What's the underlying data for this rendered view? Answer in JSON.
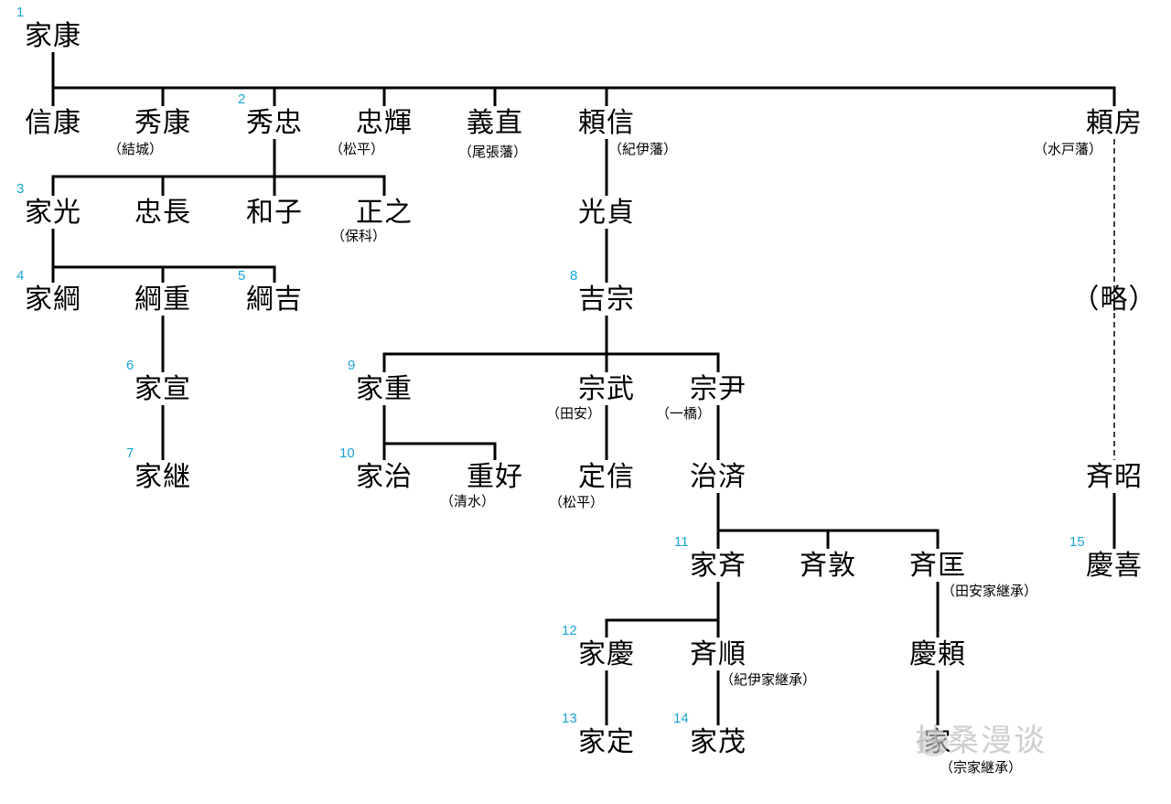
{
  "nodes": [
    {
      "id": "ieyasu",
      "name": "家康",
      "num": "1"
    },
    {
      "id": "nobuyasu",
      "name": "信康"
    },
    {
      "id": "hideyasu",
      "name": "秀康",
      "note": "（結城）"
    },
    {
      "id": "hidetada",
      "name": "秀忠",
      "num": "2"
    },
    {
      "id": "tadateru",
      "name": "忠輝",
      "note": "（松平）"
    },
    {
      "id": "yoshinao",
      "name": "義直",
      "note": "（尾張藩）"
    },
    {
      "id": "yorinobu",
      "name": "頼信",
      "note": "（紀伊藩）"
    },
    {
      "id": "yorifusa",
      "name": "頼房",
      "note": "（水戸藩）"
    },
    {
      "id": "iemitsu",
      "name": "家光",
      "num": "3"
    },
    {
      "id": "tadanaga",
      "name": "忠長"
    },
    {
      "id": "kazuko",
      "name": "和子"
    },
    {
      "id": "masayuki",
      "name": "正之",
      "note": "（保科）"
    },
    {
      "id": "mitsusada",
      "name": "光貞"
    },
    {
      "id": "ietsuna",
      "name": "家綱",
      "num": "4"
    },
    {
      "id": "tsunashige",
      "name": "綱重"
    },
    {
      "id": "tsunayoshi",
      "name": "綱吉",
      "num": "5"
    },
    {
      "id": "yoshimune",
      "name": "吉宗",
      "num": "8"
    },
    {
      "id": "ryaku",
      "name": "（略）"
    },
    {
      "id": "ienobu",
      "name": "家宣",
      "num": "6"
    },
    {
      "id": "ieshige",
      "name": "家重",
      "num": "9"
    },
    {
      "id": "munetake",
      "name": "宗武",
      "note": "（田安）"
    },
    {
      "id": "munetada",
      "name": "宗尹",
      "note": "（一橋）"
    },
    {
      "id": "ietsugu",
      "name": "家継",
      "num": "7"
    },
    {
      "id": "ieharu",
      "name": "家治",
      "num": "10"
    },
    {
      "id": "shigeyoshi",
      "name": "重好",
      "note": "（清水）"
    },
    {
      "id": "sadanobu",
      "name": "定信",
      "note": "（松平）"
    },
    {
      "id": "harusada",
      "name": "治済"
    },
    {
      "id": "nariaki",
      "name": "斉昭"
    },
    {
      "id": "ienari",
      "name": "家斉",
      "num": "11"
    },
    {
      "id": "naritoshi",
      "name": "斉敦"
    },
    {
      "id": "naritada",
      "name": "斉匡",
      "note": "（田安家継承）"
    },
    {
      "id": "yoshinobu",
      "name": "慶喜",
      "num": "15"
    },
    {
      "id": "ieyoshi",
      "name": "家慶",
      "num": "12"
    },
    {
      "id": "narimasa",
      "name": "斉順",
      "note": "（紀伊家継承）"
    },
    {
      "id": "yoshiyori",
      "name": "慶頼"
    },
    {
      "id": "iesada",
      "name": "家定",
      "num": "13"
    },
    {
      "id": "iemochi",
      "name": "家茂",
      "num": "14"
    },
    {
      "id": "ie-last",
      "name": "家",
      "note": "（宗家継承）"
    }
  ],
  "edges": [
    {
      "from": "ieyasu",
      "to": [
        "nobuyasu",
        "hideyasu",
        "hidetada",
        "tadateru",
        "yoshinao",
        "yorinobu",
        "yorifusa"
      ]
    },
    {
      "from": "hidetada",
      "to": [
        "iemitsu",
        "tadanaga",
        "kazuko",
        "masayuki"
      ]
    },
    {
      "from": "yorinobu",
      "to": [
        "mitsusada"
      ]
    },
    {
      "from": "iemitsu",
      "to": [
        "ietsuna",
        "tsunashige",
        "tsunayoshi"
      ]
    },
    {
      "from": "mitsusada",
      "to": [
        "yoshimune"
      ]
    },
    {
      "from": "tsunashige",
      "to": [
        "ienobu"
      ]
    },
    {
      "from": "yoshimune",
      "to": [
        "ieshige",
        "munetake",
        "munetada"
      ]
    },
    {
      "from": "ienobu",
      "to": [
        "ietsugu"
      ]
    },
    {
      "from": "ieshige",
      "to": [
        "ieharu",
        "shigeyoshi"
      ]
    },
    {
      "from": "munetake",
      "to": [
        "sadanobu"
      ]
    },
    {
      "from": "munetada",
      "to": [
        "harusada"
      ]
    },
    {
      "from": "harusada",
      "to": [
        "ienari",
        "naritoshi",
        "naritada"
      ]
    },
    {
      "from": "nariaki",
      "to": [
        "yoshinobu"
      ]
    },
    {
      "from": "ienari",
      "to": [
        "ieyoshi",
        "narimasa"
      ]
    },
    {
      "from": "naritada",
      "to": [
        "yoshiyori"
      ]
    },
    {
      "from": "ieyoshi",
      "to": [
        "iesada"
      ]
    },
    {
      "from": "narimasa",
      "to": [
        "iemochi"
      ]
    },
    {
      "from": "yoshiyori",
      "to": [
        "ie-last"
      ]
    }
  ],
  "dashed_edges": [
    {
      "from": "yorifusa",
      "to": "nariaki"
    }
  ],
  "watermark": "扶桑漫谈",
  "colors": {
    "line": "#000000",
    "number": "#1aa3d6",
    "text": "#000000"
  }
}
